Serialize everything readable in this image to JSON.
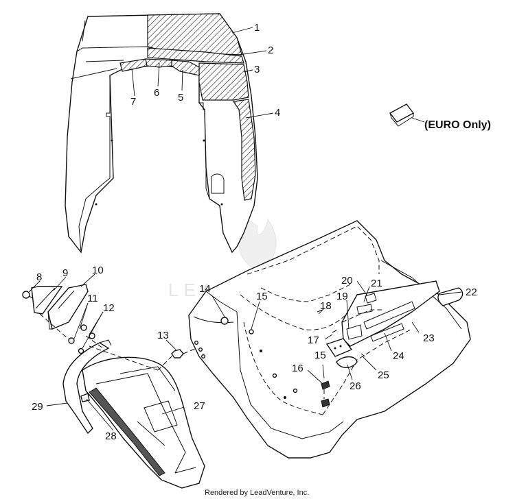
{
  "callouts": [
    "1",
    "2",
    "3",
    "4",
    "5",
    "6",
    "7",
    "8",
    "9",
    "10",
    "11",
    "12",
    "13",
    "14",
    "15",
    "15",
    "16",
    "17",
    "18",
    "19",
    "20",
    "21",
    "22",
    "23",
    "24",
    "25",
    "26",
    "27",
    "28",
    "29"
  ],
  "euro_note": "(EURO Only)",
  "watermark": "LEADVENTURE",
  "footer": "Rendered by LeadVenture, Inc."
}
